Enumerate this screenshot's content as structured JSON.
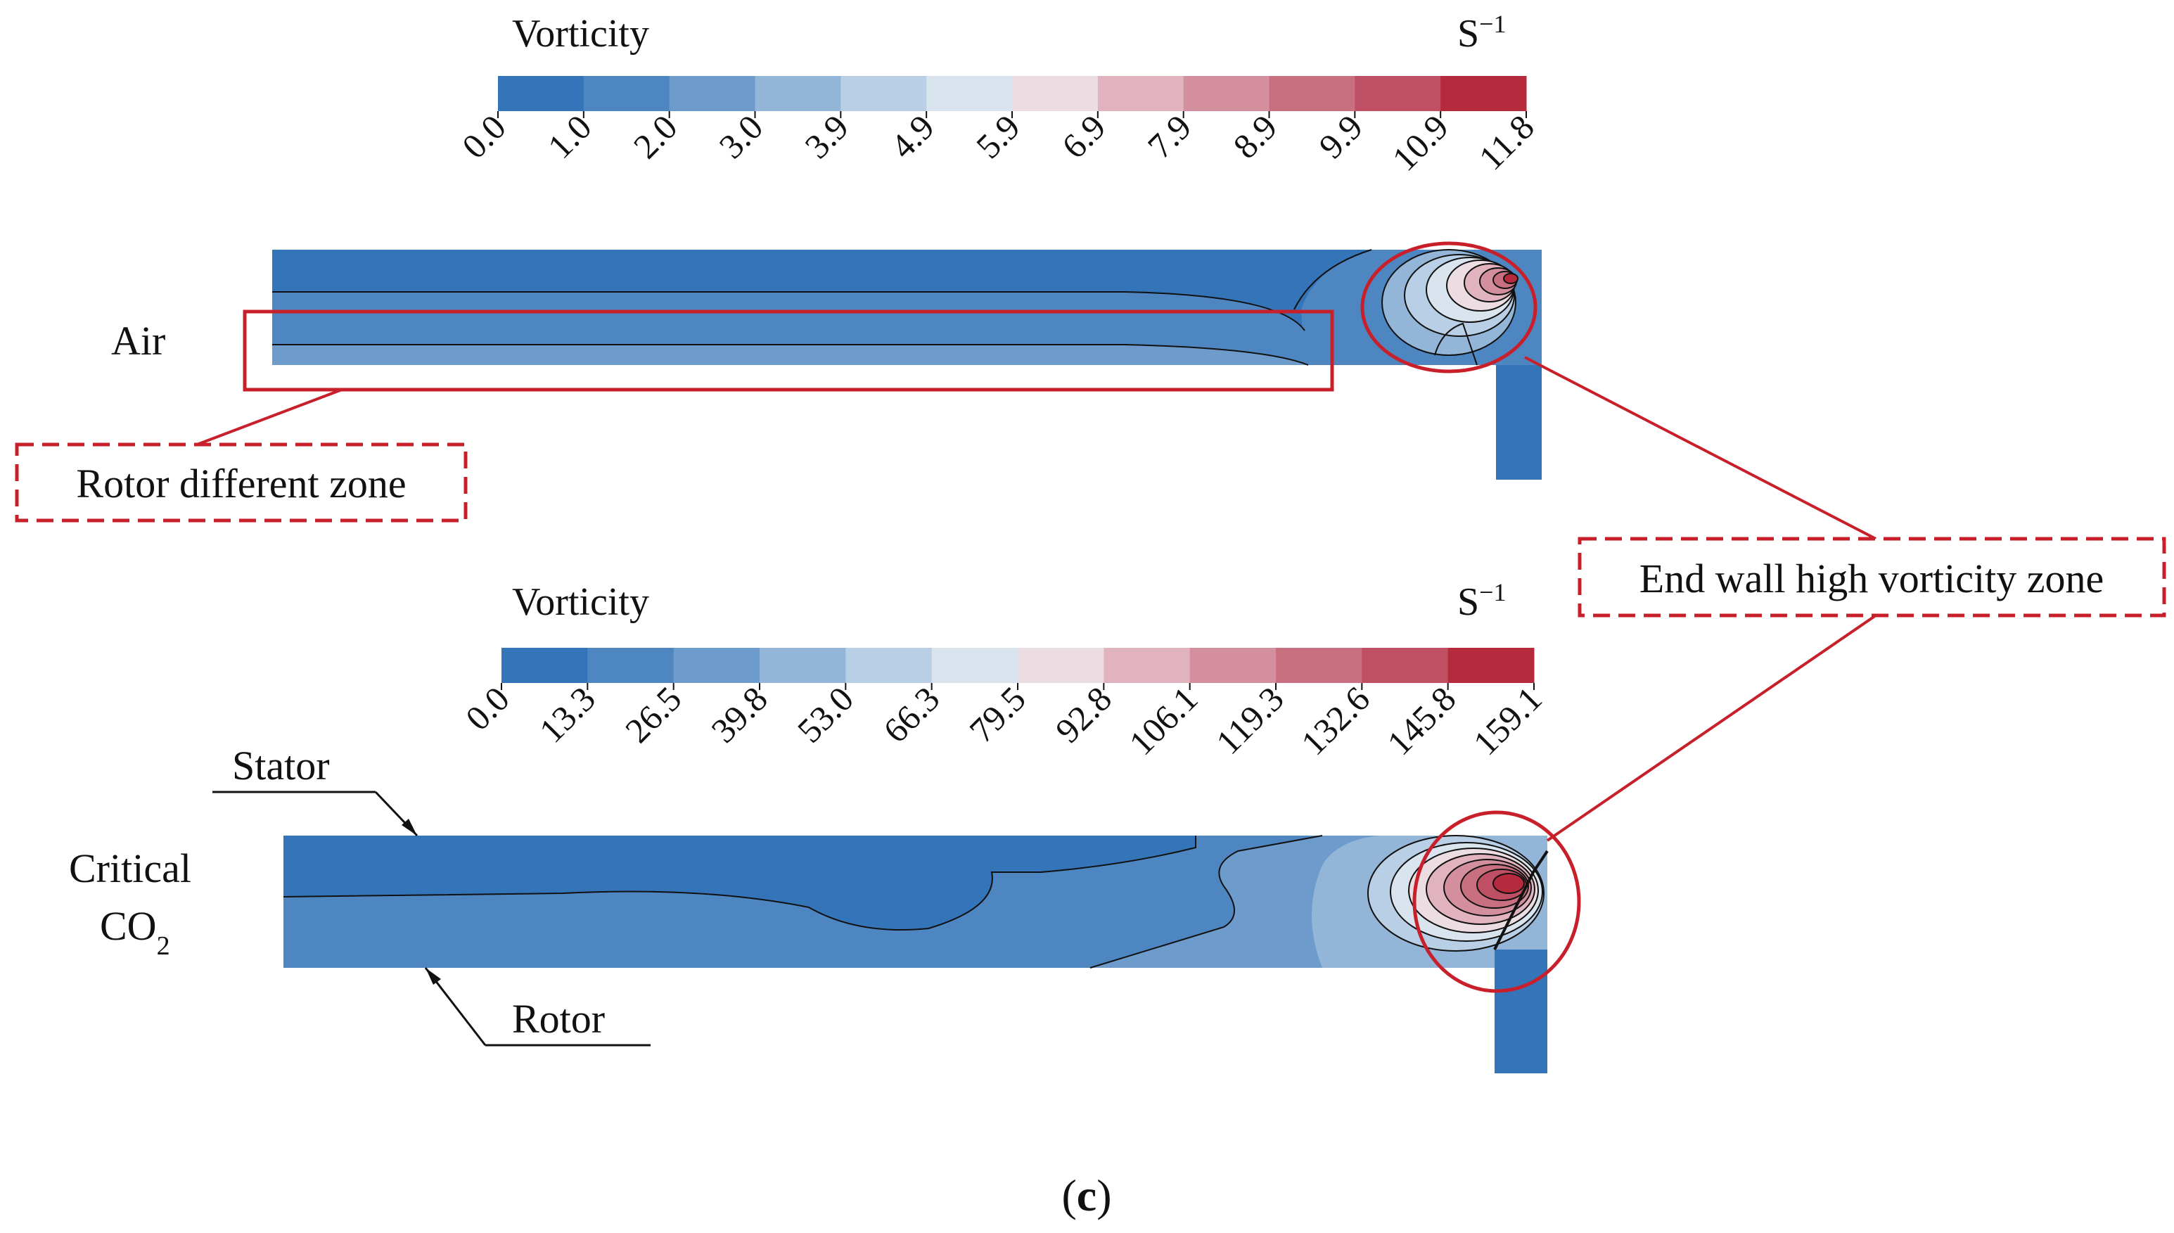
{
  "figure": {
    "caption_text": "(",
    "caption_letter": "c",
    "caption_close": ")"
  },
  "panels": [
    {
      "id": "air",
      "label_lines": [
        "Air"
      ],
      "colorbar": {
        "title": "Vorticity",
        "unit": "S",
        "unit_sup": "−1",
        "colors": [
          "#3474b8",
          "#4e86c2",
          "#6d9bcc",
          "#93b5d8",
          "#b9cfe5",
          "#d9e4ee",
          "#ecdde2",
          "#e0b3bf",
          "#d38f9e",
          "#c86f80",
          "#bf4f62",
          "#b52a3d"
        ],
        "ticks": [
          "0.0",
          "1.0",
          "2.0",
          "3.0",
          "3.9",
          "4.9",
          "5.9",
          "6.9",
          "7.9",
          "8.9",
          "9.9",
          "10.9",
          "11.8"
        ]
      }
    },
    {
      "id": "critical-co2",
      "label_lines": [
        "Critical",
        "CO"
      ],
      "label_sub": "2",
      "colorbar": {
        "title": "Vorticity",
        "unit": "S",
        "unit_sup": "−1",
        "colors": [
          "#3474b8",
          "#4e86c2",
          "#6d9bcc",
          "#93b5d8",
          "#b9cfe5",
          "#d9e4ee",
          "#ecdde2",
          "#e0b3bf",
          "#d38f9e",
          "#c86f80",
          "#bf4f62",
          "#b52a3d"
        ],
        "ticks": [
          "0.0",
          "13.3",
          "26.5",
          "39.8",
          "53.0",
          "66.3",
          "79.5",
          "92.8",
          "106.1",
          "119.3",
          "132.6",
          "145.8",
          "159.1"
        ]
      }
    }
  ],
  "annotations": {
    "rotor_zone": "Rotor different zone",
    "end_wall_zone": "End wall high vorticity zone",
    "stator": "Stator",
    "rotor": "Rotor",
    "accent_color": "#c8202a"
  }
}
